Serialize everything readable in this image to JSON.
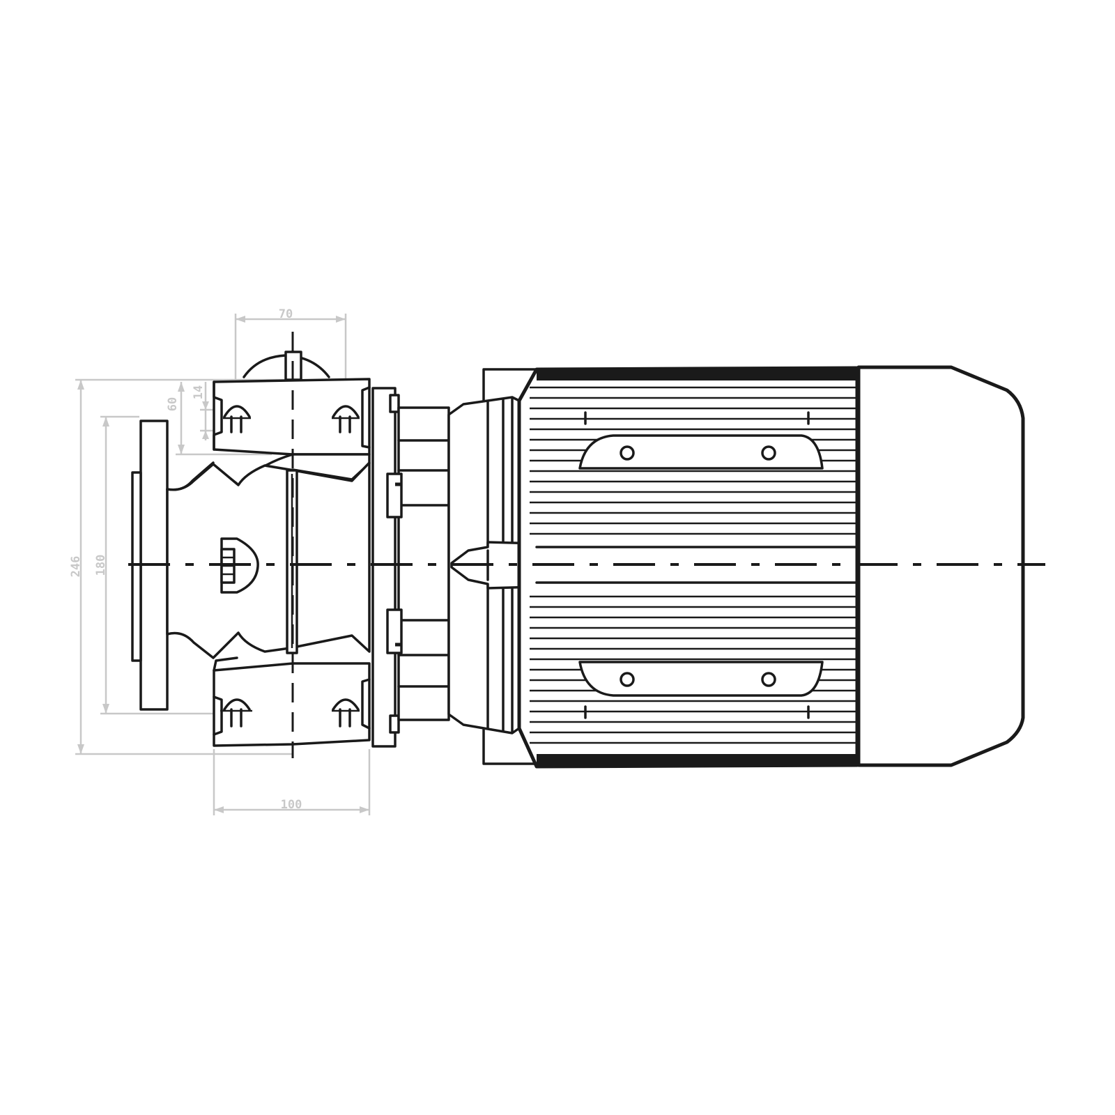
{
  "dimensions": {
    "top_width": "70",
    "bottom_width": "100",
    "overall_height": "246",
    "flange_height": "180",
    "hole_offset": "60",
    "hole_diameter": "14"
  },
  "colors": {
    "line": "#1a1a1a",
    "dimension": "#c8c8c8",
    "background": "#ffffff"
  }
}
